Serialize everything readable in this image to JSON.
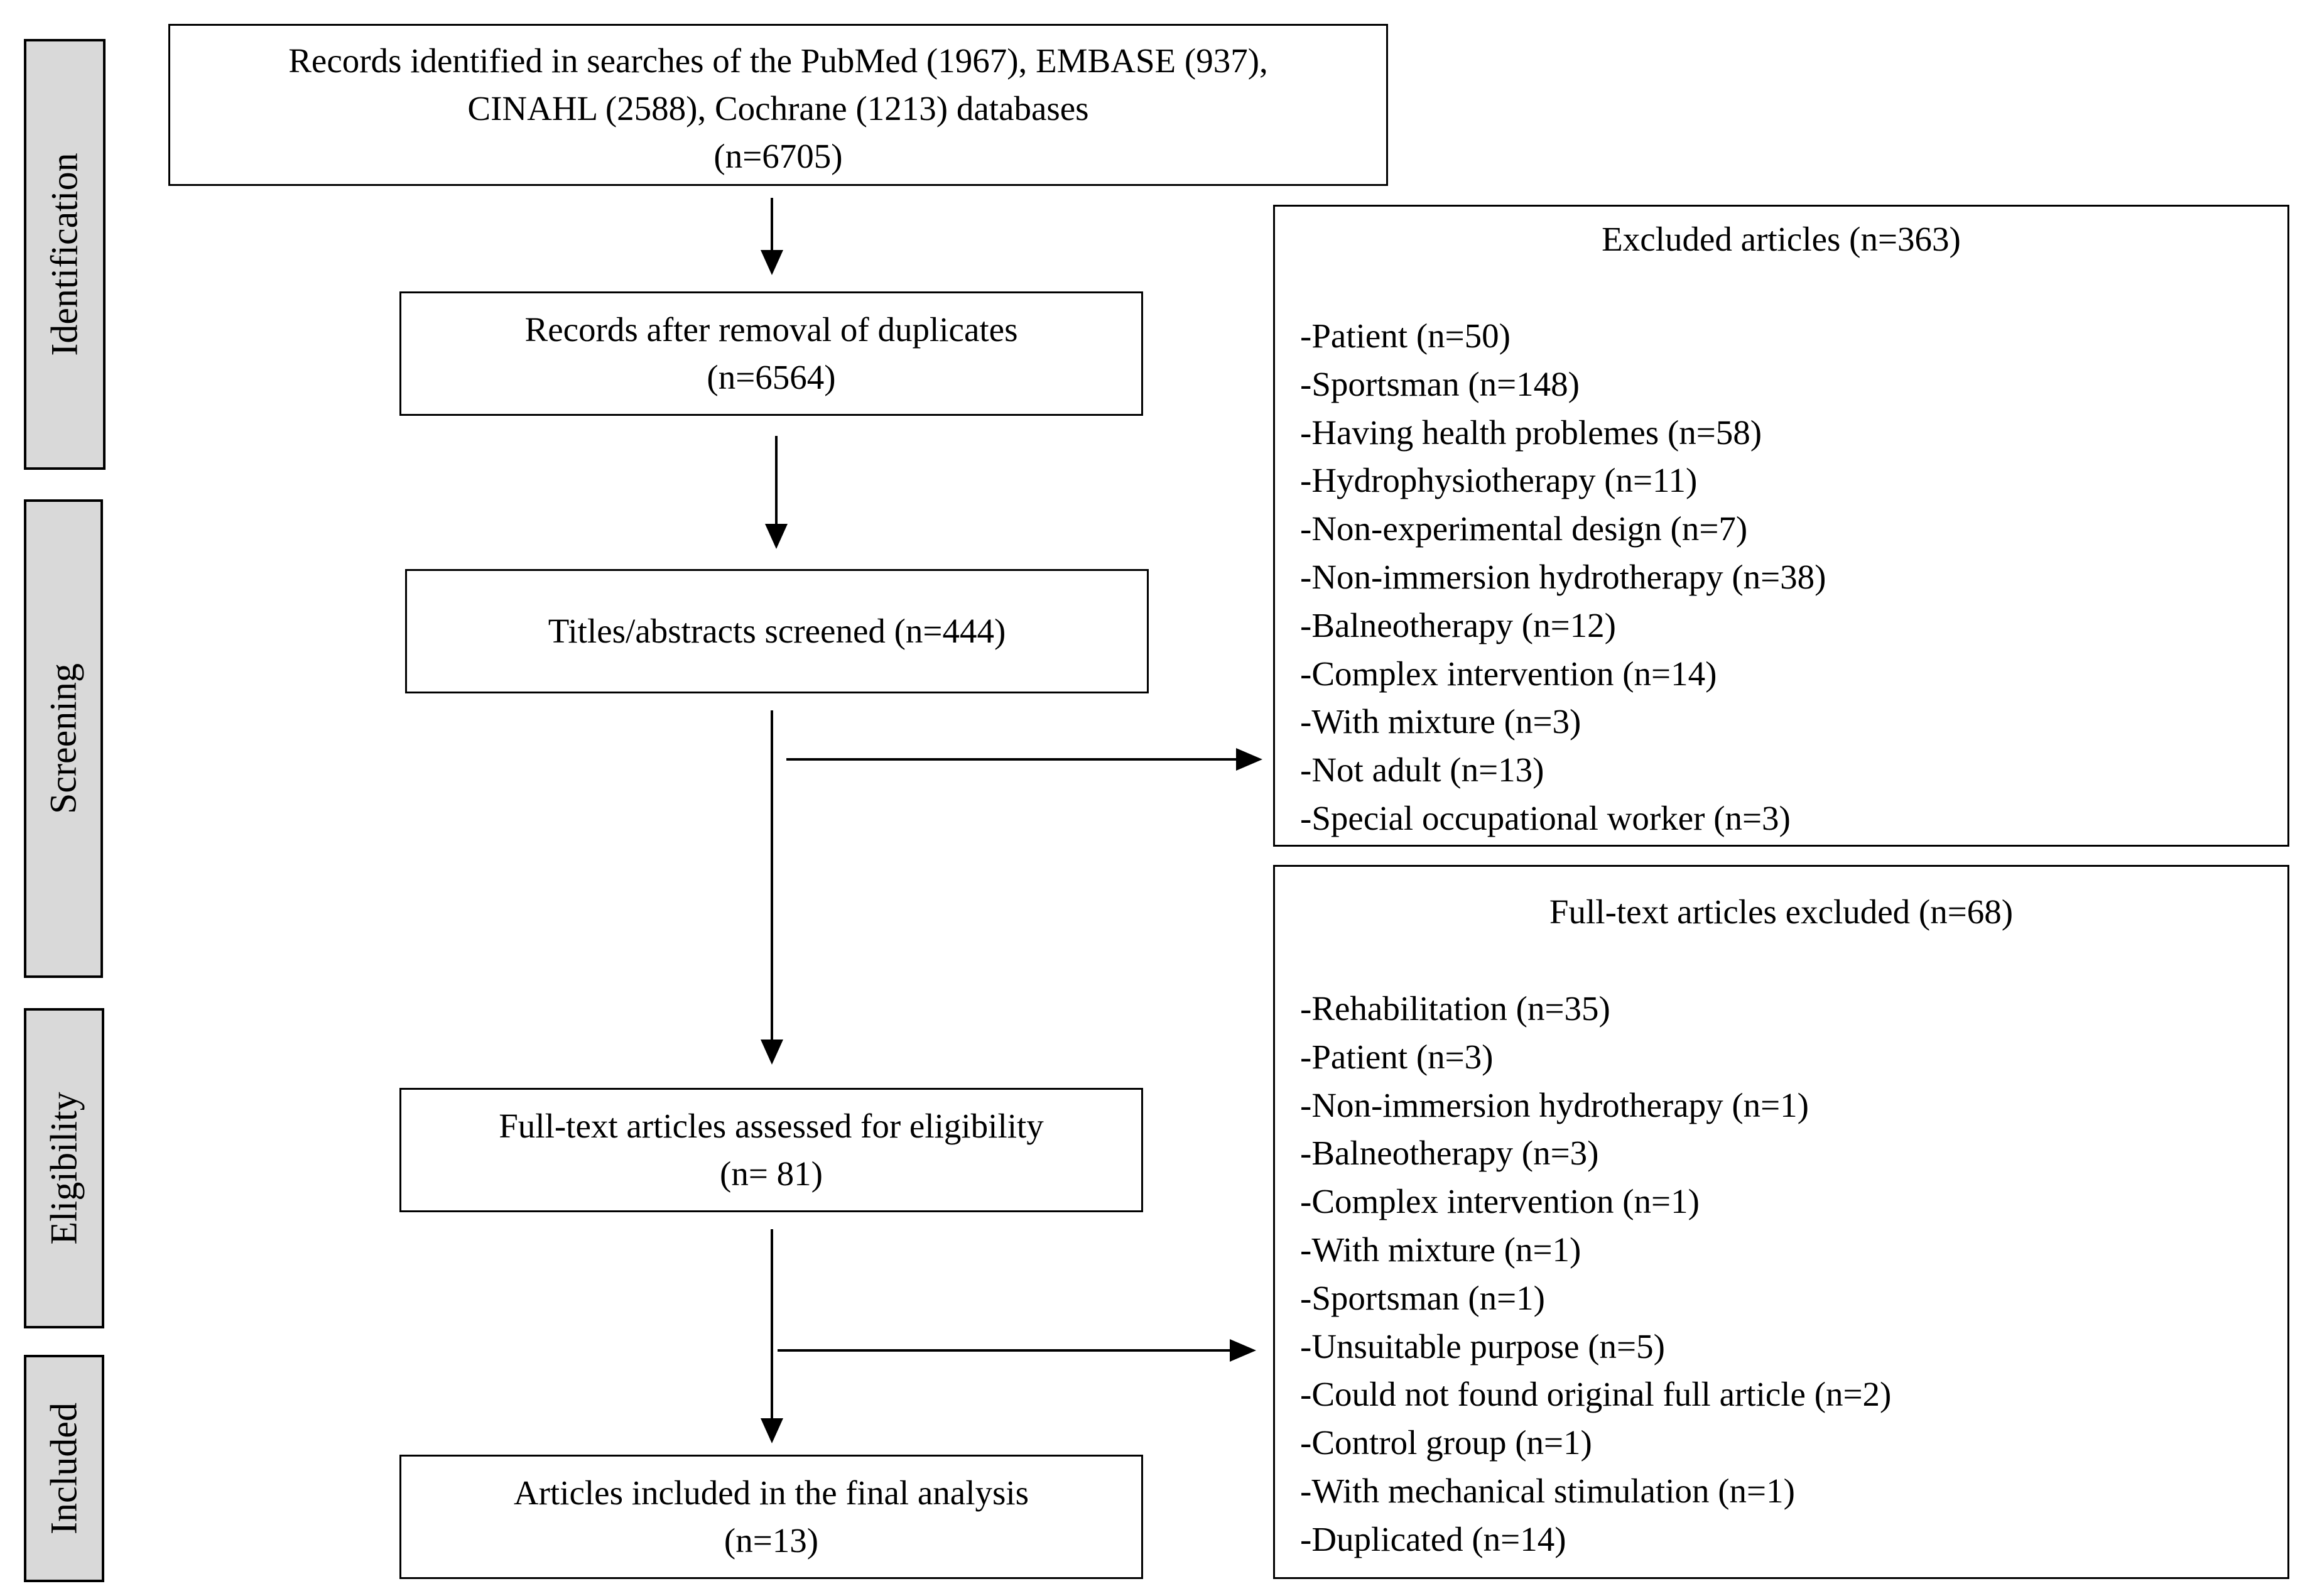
{
  "phases": {
    "identification": "Identification",
    "screening": "Screening",
    "eligibility": "Eligibility",
    "included": "Included"
  },
  "boxes": {
    "identified": {
      "lines": [
        "Records identified in searches of the PubMed (1967), EMBASE (937),",
        "CINAHL (2588), Cochrane (1213) databases",
        "(n=6705)"
      ]
    },
    "deduplicated": {
      "lines": [
        "Records after removal of duplicates",
        "(n=6564)"
      ]
    },
    "screened": {
      "lines": [
        "Titles/abstracts screened (n=444)"
      ]
    },
    "fulltext": {
      "lines": [
        "Full-text articles assessed for eligibility",
        "(n= 81)"
      ]
    },
    "included": {
      "lines": [
        "Articles included in the final analysis",
        "(n=13)"
      ]
    }
  },
  "excluded_screening": {
    "title": "Excluded articles (n=363)",
    "items": [
      "-Patient (n=50)",
      "-Sportsman (n=148)",
      "-Having health problemes (n=58)",
      "-Hydrophysiotherapy (n=11)",
      "-Non-experimental design (n=7)",
      "-Non-immersion hydrotherapy (n=38)",
      "-Balneotherapy (n=12)",
      "-Complex intervention (n=14)",
      "-With mixture (n=3)",
      "-Not adult (n=13)",
      "-Special occupational worker (n=3)"
    ]
  },
  "excluded_fulltext": {
    "title": "Full-text articles excluded (n=68)",
    "items": [
      "-Rehabilitation (n=35)",
      "-Patient (n=3)",
      "-Non-immersion hydrotherapy (n=1)",
      "-Balneotherapy (n=3)",
      "-Complex intervention (n=1)",
      "-With mixture (n=1)",
      "-Sportsman (n=1)",
      "-Unsuitable purpose (n=5)",
      "-Could not found original full article (n=2)",
      "-Control group (n=1)",
      "-With mechanical stimulation (n=1)",
      "-Duplicated (n=14)"
    ]
  }
}
